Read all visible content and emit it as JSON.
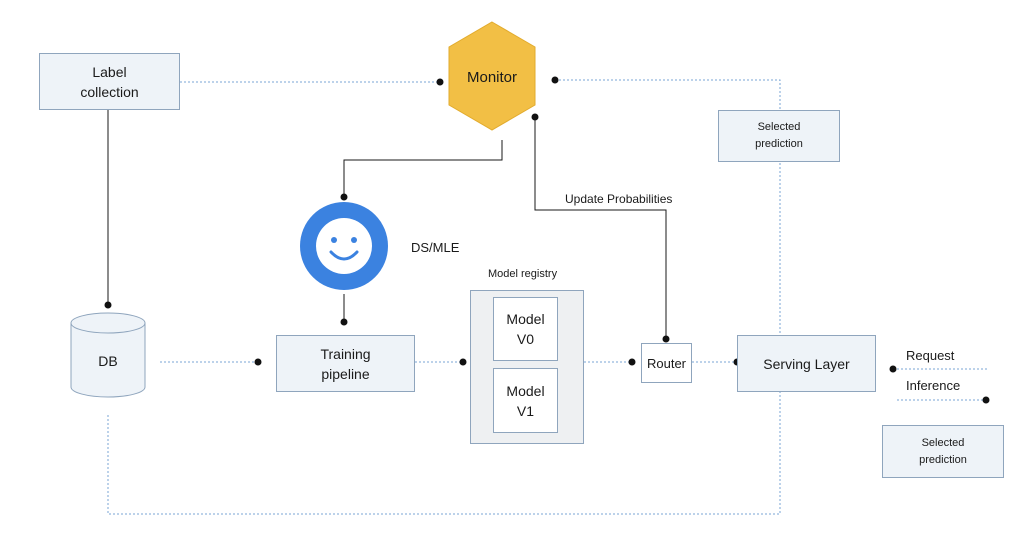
{
  "nodes": {
    "label_collection": "Label\ncollection",
    "monitor": "Monitor",
    "selected_prediction_top": "Selected\nprediction",
    "update_probabilities": "Update Probabilities",
    "ds_mle": "DS/MLE",
    "model_registry": "Model registry",
    "model_v0": "Model\nV0",
    "model_v1": "Model\nV1",
    "db": "DB",
    "training_pipeline": "Training\npipeline",
    "router": "Router",
    "serving_layer": "Serving Layer"
  },
  "legend": {
    "request": "Request",
    "inference": "Inference",
    "selected_prediction": "Selected\nprediction"
  },
  "colors": {
    "monitor_fill": "#f2bf45",
    "ds_mle_fill": "#3b82e0",
    "box_fill": "#eef3f8",
    "box_border": "#8fa5bd",
    "dashed_line": "#7aa6d6",
    "solid_line": "#1a1a1a"
  },
  "icons": {
    "ds_mle": "smiley-face-icon",
    "db": "database-cylinder-icon"
  }
}
